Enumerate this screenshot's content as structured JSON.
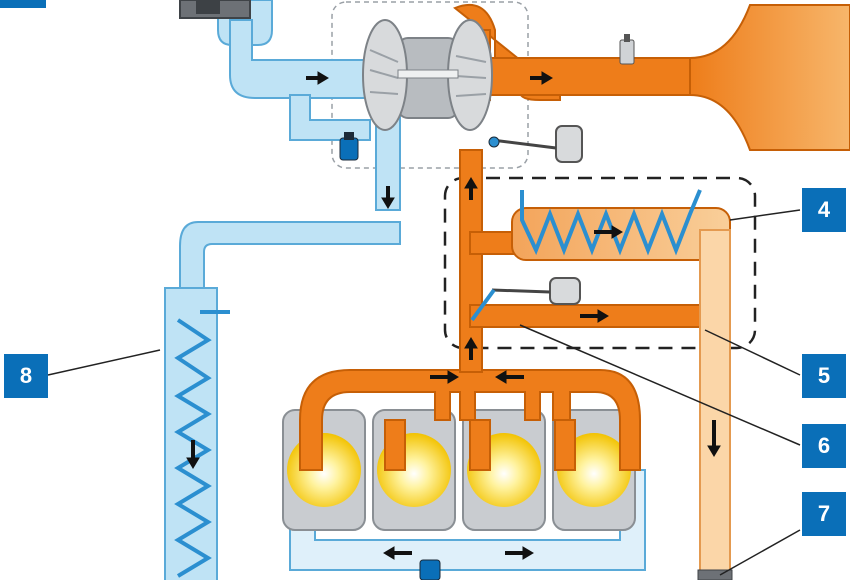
{
  "colors": {
    "exhaust": "#ee7d1a",
    "exhaust_light": "#fbd6a8",
    "intake": "#bfe3f5",
    "coolant": "#2b8fd0",
    "callout": "#0a6fb8",
    "engine_block": "#c9ccd0",
    "cylinder_glow": "#ffd84a"
  },
  "callouts": [
    {
      "id": "c4",
      "number": "4"
    },
    {
      "id": "c5",
      "number": "5"
    },
    {
      "id": "c6",
      "number": "6"
    },
    {
      "id": "c7",
      "number": "7"
    },
    {
      "id": "c8",
      "number": "8"
    }
  ],
  "icons": [
    "flow-arrow-icon",
    "valve-icon",
    "sensor-icon",
    "actuator-icon"
  ]
}
